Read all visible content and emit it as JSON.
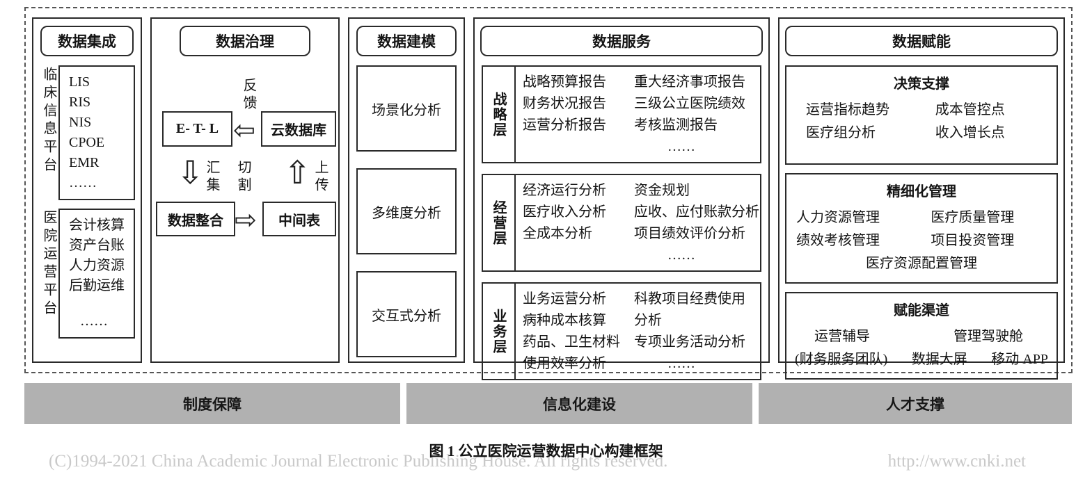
{
  "frame": {
    "panels": {
      "integration": {
        "title": "数据集成",
        "groups": [
          {
            "side_label": "临床信息平台",
            "items": [
              "LIS",
              "RIS",
              "NIS",
              "CPOE",
              "EMR",
              "……"
            ]
          },
          {
            "side_label": "医院运营平台",
            "items": [
              "会计核算",
              "资产台账",
              "人力资源",
              "后勤运维",
              "……"
            ]
          }
        ]
      },
      "governance": {
        "title": "数据治理",
        "feedback_label": "反馈",
        "etl_box": "E- T- L",
        "cloud_db_box": "云数据库",
        "gather_label": "汇集",
        "cut_label": "切割",
        "upload_label": "上传",
        "merge_box": "数据整合",
        "middle_table_box": "中间表",
        "arrows": {
          "left": "⇦",
          "right": "⇨",
          "up": "⇧",
          "down": "⇩"
        }
      },
      "modeling": {
        "title": "数据建模",
        "items": [
          "场景化分析",
          "多维度分析",
          "交互式分析"
        ]
      },
      "services": {
        "title": "数据服务",
        "layers": [
          {
            "label": "战略层",
            "col1": [
              "战略预算报告",
              "财务状况报告",
              "运营分析报告"
            ],
            "col2": [
              "重大经济事项报告",
              "三级公立医院绩效",
              "考核监测报告",
              "……"
            ]
          },
          {
            "label": "经营层",
            "col1": [
              "经济运行分析",
              "医疗收入分析",
              "全成本分析"
            ],
            "col2": [
              "资金规划",
              "应收、应付账款分析",
              "项目绩效评价分析",
              "……"
            ]
          },
          {
            "label": "业务层",
            "col1": [
              "业务运营分析",
              "病种成本核算",
              "药品、卫生材料",
              "使用效率分析"
            ],
            "col2": [
              "科教项目经费使用",
              "分析",
              "专项业务活动分析",
              "……"
            ]
          }
        ]
      },
      "empowerment": {
        "title": "数据赋能",
        "sections": [
          {
            "heading": "决策支撑",
            "rows": [
              [
                "运营指标趋势",
                "成本管控点"
              ],
              [
                "医疗组分析",
                "收入增长点"
              ]
            ]
          },
          {
            "heading": "精细化管理",
            "rows": [
              [
                "人力资源管理",
                "医疗质量管理"
              ],
              [
                "绩效考核管理",
                "项目投资管理"
              ],
              [
                "医疗资源配置管理"
              ]
            ]
          },
          {
            "heading": "赋能渠道",
            "rows": [
              [
                "运营辅导",
                "管理驾驶舱"
              ],
              [
                "(财务服务团队)",
                "数据大屏",
                "移动 APP"
              ]
            ]
          }
        ]
      }
    }
  },
  "footer_bars": [
    "制度保障",
    "信息化建设",
    "人才支撑"
  ],
  "caption": "图 1 公立医院运营数据中心构建框架",
  "watermark": {
    "left": "(C)1994-2021 China Academic Journal Electronic Publishing House. All rights reserved.",
    "right": "http://www.cnki.net"
  },
  "colors": {
    "border": "#2a2a2a",
    "bar_background": "#b1b1b1",
    "watermark_text": "#c9c9c9"
  }
}
